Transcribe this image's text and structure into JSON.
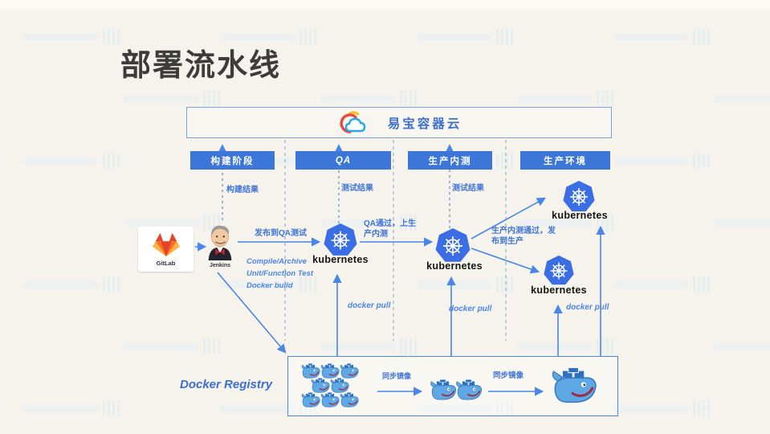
{
  "title": "部署流水线",
  "banner": {
    "label": "易宝容器云",
    "icon": "cloud-icon"
  },
  "stages": [
    {
      "label": "构建阶段"
    },
    {
      "label": "QA"
    },
    {
      "label": "生产内测"
    },
    {
      "label": "生产环境"
    }
  ],
  "feedback": {
    "build_result": "构建结果",
    "test_result_qa": "测试结果",
    "test_result_staging": "测试结果"
  },
  "gitlab": {
    "label": "GitLab"
  },
  "jenkins": {
    "label": "Jenkins",
    "tasks": [
      "Compile/Archive",
      "Unit/Function Test",
      "Docker build"
    ]
  },
  "k8s": {
    "qa_label": "kubernetes",
    "staging_label": "kubernetes",
    "prod_a_label": "kubernetes",
    "prod_b_label": "kubernetes"
  },
  "flows": {
    "publish_to_qa": "发布到QA测试",
    "qa_pass": "QA通过，上生\n产内测",
    "staging_pass": "生产内测通过，发\n布到生产",
    "docker_pull_1": "docker pull",
    "docker_pull_2": "docker pull",
    "docker_pull_3": "docker pull",
    "sync_image_1": "同步镜像",
    "sync_image_2": "同步镜像"
  },
  "registry": {
    "label": "Docker Registry",
    "whale_group_counts": [
      8,
      2
    ],
    "big_whale_count": 1
  },
  "colors": {
    "accent_blue": "#3b76d8",
    "line_blue": "#4a86e8",
    "k8s_blue": "#3b6de4",
    "label_blue": "#3f74d4",
    "background": "#f6f3ec"
  }
}
